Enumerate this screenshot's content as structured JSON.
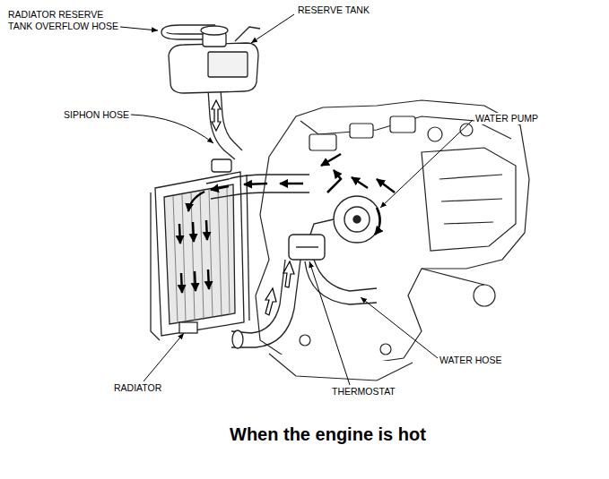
{
  "diagram": {
    "caption": "When the engine is hot",
    "labels": [
      "RADIATOR RESERVE TANK OVERFLOW HOSE",
      "RESERVE TANK",
      "SIPHON HOSE",
      "WATER PUMP",
      "RADIATOR",
      "THERMOSTAT",
      "WATER HOSE"
    ]
  }
}
